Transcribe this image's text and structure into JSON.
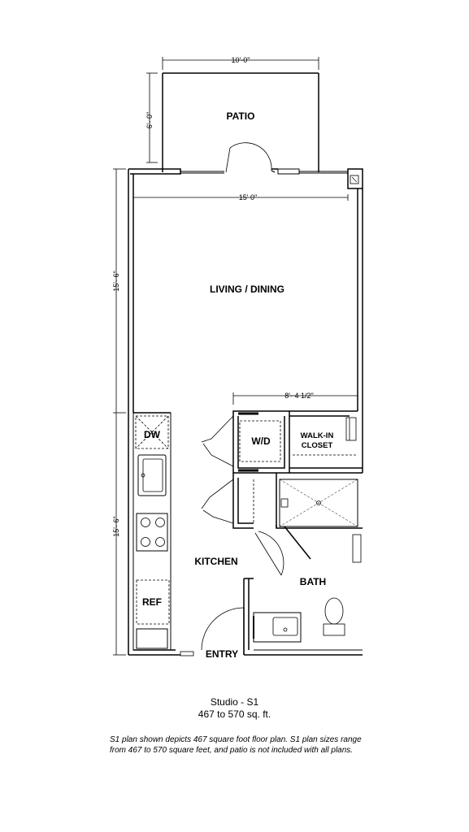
{
  "rooms": {
    "patio": "PATIO",
    "living_dining": "LIVING / DINING",
    "dw": "DW",
    "wd": "W/D",
    "walk_in_closet": [
      "WALK-IN",
      "CLOSET"
    ],
    "kitchen": "KITCHEN",
    "bath": "BATH",
    "ref": "REF",
    "entry": "ENTRY"
  },
  "dimensions": {
    "patio_width": "10'-0\"",
    "patio_depth": "6'- 0\"",
    "living_width": "15' 0\"",
    "upper_length": "15'- 6\"",
    "closet_width": "8'- 4 1/2\"",
    "lower_length": "15'- 6\""
  },
  "caption": {
    "title": "Studio - S1",
    "size": "467 to 570 sq. ft."
  },
  "note": "S1 plan shown depicts 467 square foot floor plan. S1 plan sizes range from 467 to 570 square feet, and patio is not included with all plans."
}
